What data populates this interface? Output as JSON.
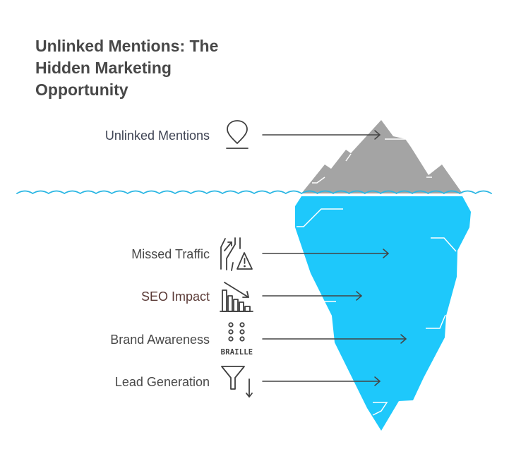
{
  "title_lines": [
    "Unlinked Mentions: The",
    "Hidden Marketing",
    "Opportunity"
  ],
  "items": [
    {
      "label": "Unlinked Mentions",
      "icon": "map-pin-icon",
      "label_color": "#3f4454"
    },
    {
      "label": "Missed Traffic",
      "icon": "road-warning-icon",
      "label_color": "#484848"
    },
    {
      "label": "SEO Impact",
      "icon": "declining-chart-icon",
      "label_color": "#5a3a36"
    },
    {
      "label": "Brand Awareness",
      "icon": "braille-icon",
      "icon_text": "BRAILLE",
      "label_color": "#484848"
    },
    {
      "label": "Lead Generation",
      "icon": "funnel-icon",
      "label_color": "#484848"
    }
  ],
  "colors": {
    "title": "#484848",
    "iceberg_above": "#a4a4a4",
    "iceberg_below": "#1ec8fb",
    "water_line": "#29b6e3",
    "arrows": "#444444",
    "icons": "#3f3f3f"
  }
}
